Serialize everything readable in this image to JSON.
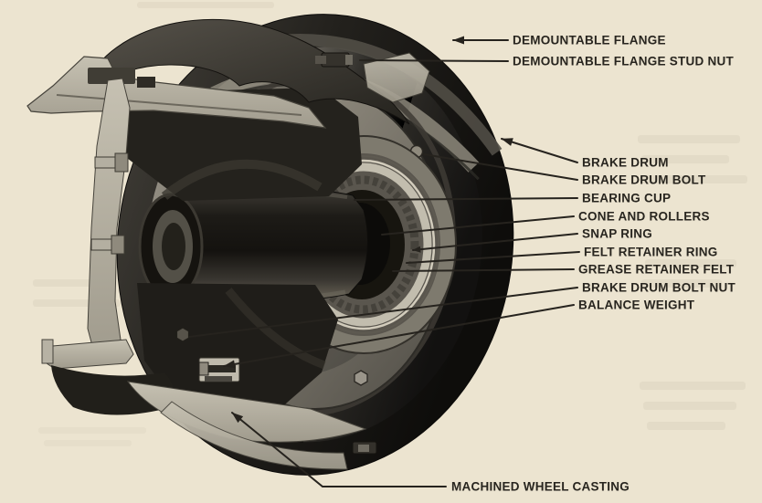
{
  "palette": {
    "paper": "#ece4d0",
    "ink": "#28251f",
    "metal_light": "#c2bdae",
    "metal_mid": "#7e7a6e",
    "metal_dark": "#17150f"
  },
  "figure": {
    "kind": "cutaway-illustration",
    "subject_icon": "wheel-hub-brake-drum-cutaway",
    "callouts": [
      {
        "id": "demountable-flange",
        "label": "DEMOUNTABLE FLANGE"
      },
      {
        "id": "demountable-flange-stud-nut",
        "label": "DEMOUNTABLE FLANGE STUD NUT"
      },
      {
        "id": "brake-drum",
        "label": "BRAKE DRUM"
      },
      {
        "id": "brake-drum-bolt",
        "label": "BRAKE DRUM BOLT"
      },
      {
        "id": "bearing-cup",
        "label": "BEARING CUP"
      },
      {
        "id": "cone-and-rollers",
        "label": "CONE AND ROLLERS"
      },
      {
        "id": "snap-ring",
        "label": "SNAP RING"
      },
      {
        "id": "felt-retainer-ring",
        "label": "FELT RETAINER RING"
      },
      {
        "id": "grease-retainer-felt",
        "label": "GREASE RETAINER FELT"
      },
      {
        "id": "brake-drum-bolt-nut",
        "label": "BRAKE DRUM BOLT NUT"
      },
      {
        "id": "balance-weight",
        "label": "BALANCE WEIGHT"
      },
      {
        "id": "machined-wheel-casting",
        "label": "MACHINED WHEEL CASTING"
      }
    ]
  }
}
